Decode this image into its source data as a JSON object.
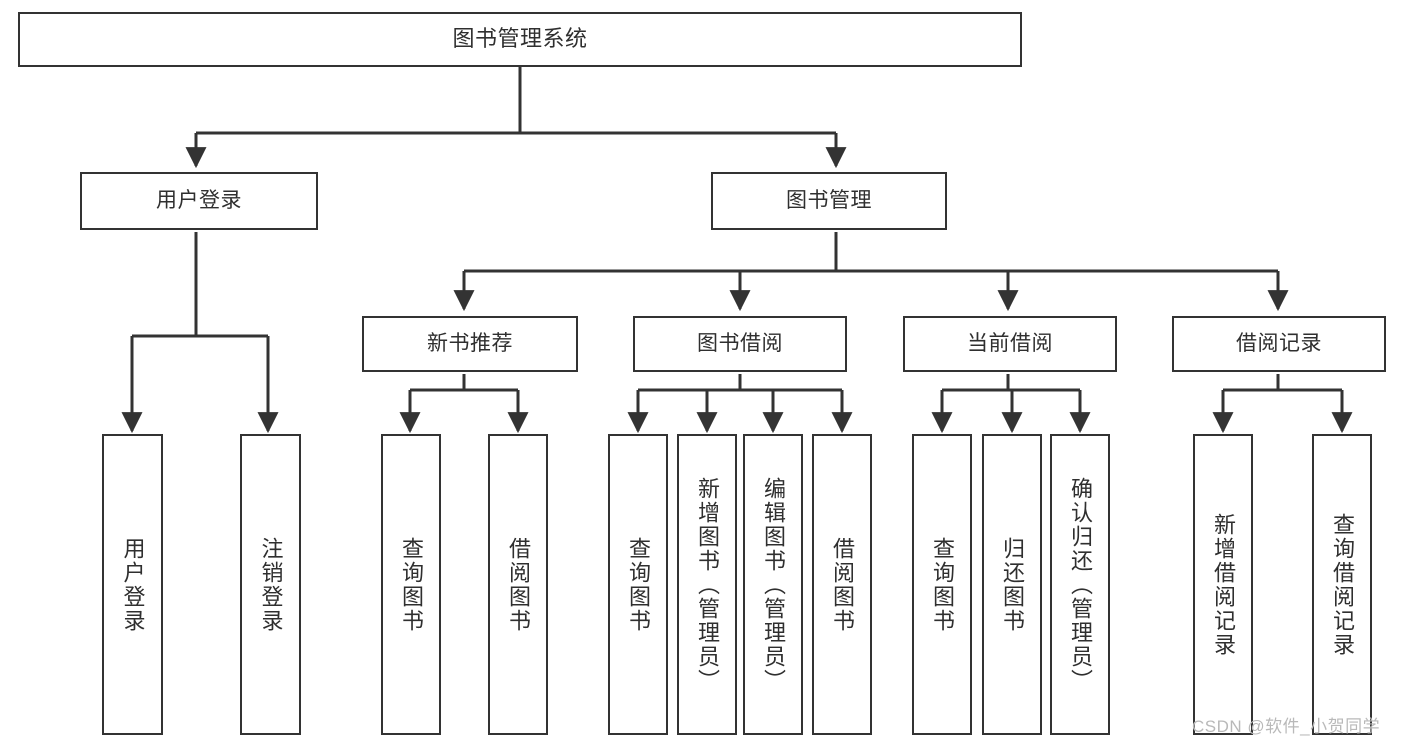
{
  "diagram": {
    "title": "图书管理系统",
    "type": "function-structure-tree",
    "root": {
      "label": "图书管理系统"
    },
    "level2": [
      {
        "label": "用户登录"
      },
      {
        "label": "图书管理"
      }
    ],
    "level3": [
      {
        "label": "新书推荐"
      },
      {
        "label": "图书借阅"
      },
      {
        "label": "当前借阅"
      },
      {
        "label": "借阅记录"
      }
    ],
    "leaves": {
      "user_login": [
        {
          "label": "用户登录"
        },
        {
          "label": "注销登录"
        }
      ],
      "new_book_recommend": [
        {
          "label": "查询图书"
        },
        {
          "label": "借阅图书"
        }
      ],
      "book_borrow": [
        {
          "label": "查询图书"
        },
        {
          "label": "新增图书（管理员）"
        },
        {
          "label": "编辑图书（管理员）"
        },
        {
          "label": "借阅图书"
        }
      ],
      "current_borrow": [
        {
          "label": "查询图书"
        },
        {
          "label": "归还图书"
        },
        {
          "label": "确认归还（管理员）"
        }
      ],
      "borrow_records": [
        {
          "label": "新增借阅记录"
        },
        {
          "label": "查询借阅记录"
        }
      ]
    }
  },
  "watermark": {
    "text": "CSDN @软件_小贺同学"
  },
  "colors": {
    "background": "#ffffff",
    "box_border": "#333333",
    "box_fill": "#ffffff",
    "text": "#2f2f2f",
    "connector": "#333333",
    "watermark": "#b9b9b9"
  }
}
